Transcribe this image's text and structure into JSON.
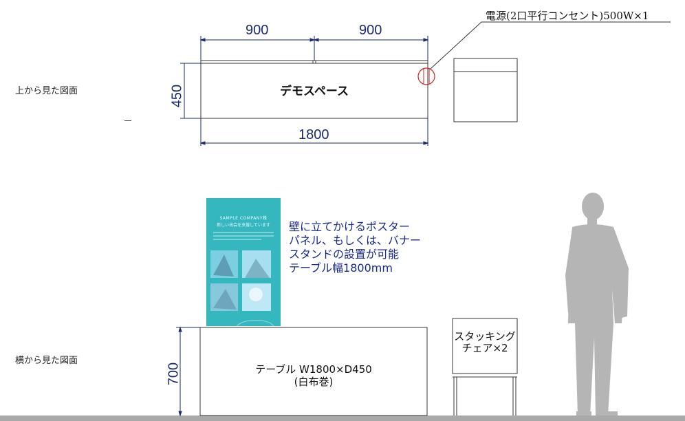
{
  "views": {
    "top_label": "上から見た図面",
    "side_label": "横から見た図面"
  },
  "top_view": {
    "dim_left": "900",
    "dim_right": "900",
    "dim_total": "1800",
    "dim_depth": "450",
    "demo_space": "デモスペース",
    "power_note": "電源(2口平行コンセント)500W×1"
  },
  "side_view": {
    "dim_height": "700",
    "table_line1": "テーブル W1800×D450",
    "table_line2": "(白布巻)",
    "chair_line1": "スタッキング",
    "chair_line2": "チェア×2",
    "poster_note": [
      "壁に立てかけるポスター",
      "パネル、もしくは、バナー",
      "スタンドの設置が可能",
      "テーブル幅1800mm"
    ]
  },
  "poster": {
    "title": "SAMPLE COMPANY株",
    "subtitle": "新しい出会を支援しています",
    "color": "#35b7c0"
  },
  "colors": {
    "dimension": "#1a2a6c",
    "power_circle": "#cc2222",
    "silhouette": "#b5b5b5",
    "floor": "#a9a9a9"
  }
}
